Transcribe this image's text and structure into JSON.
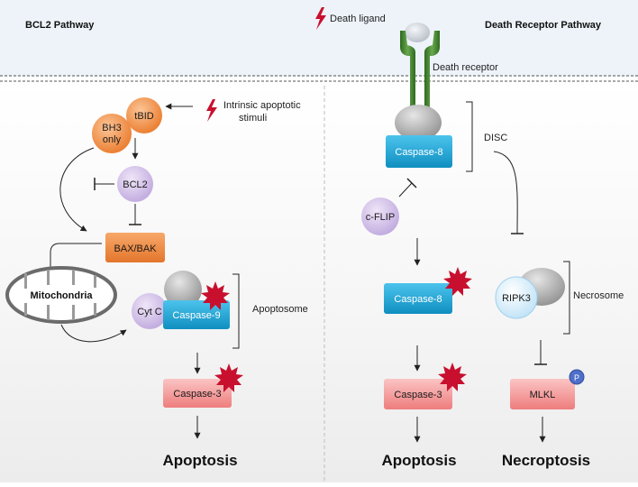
{
  "header": {
    "left_title": "BCL2 Pathway",
    "right_title": "Death Receptor Pathway",
    "death_ligand": "Death ligand",
    "death_receptor": "Death receptor"
  },
  "bcl2_pathway": {
    "tbid": "tBID",
    "bh3_line1": "BH3",
    "bh3_line2": "only",
    "stimuli_line1": "Intrinsic apoptotic",
    "stimuli_line2": "stimuli",
    "bcl2": "BCL2",
    "bax_bak": "BAX/BAK",
    "mitochondria": "Mitochondria",
    "cyt_c": "Cyt C",
    "caspase9": "Caspase-9",
    "apoptosome": "Apoptosome",
    "caspase3": "Caspase-3",
    "outcome": "Apoptosis"
  },
  "death_receptor_pathway": {
    "caspase8_disc": "Caspase-8",
    "disc": "DISC",
    "cflip": "c-FLIP",
    "caspase8_active": "Caspase-8",
    "ripk3": "RIPK3",
    "necrosome": "Necrosome",
    "mlkl": "MLKL",
    "phospho": "P",
    "caspase3": "Caspase-3",
    "outcome_apoptosis": "Apoptosis",
    "outcome_necroptosis": "Necroptosis"
  },
  "colors": {
    "header_band": "#edf3f9",
    "lower_band": "#efefef",
    "orange": "#f0883e",
    "purple": "#c9b6e4",
    "cyan": "#17a9dc",
    "salmon": "#f08a8a",
    "burst": "#c8102e",
    "receptor_green": "#3e7a2a",
    "gray_protein": "#a6a6a6"
  }
}
